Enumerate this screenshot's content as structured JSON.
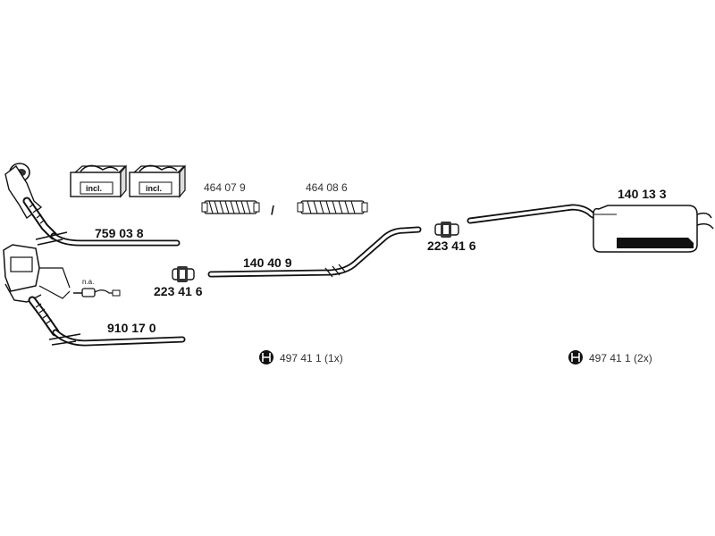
{
  "parts": {
    "downpipe_main": "759 03 8",
    "catalyst": "910 17 0",
    "bellows_a": "464 07 9",
    "separator": "/",
    "bellows_b": "464 08 6",
    "middle_pipe": "140 40 9",
    "clamp_left": "223 41 6",
    "clamp_right": "223 41 6",
    "rear_silencer": "140 13 3",
    "na_label": "n.a.",
    "incl_1": "incl.",
    "incl_2": "incl.",
    "mount_1": "497 41 1 (1x)",
    "mount_2": "497 41 1 (2x)"
  },
  "colors": {
    "ink": "#111111",
    "background": "#ffffff"
  },
  "icons": [
    "mounting-rubber-icon",
    "mounting-rubber-icon"
  ]
}
